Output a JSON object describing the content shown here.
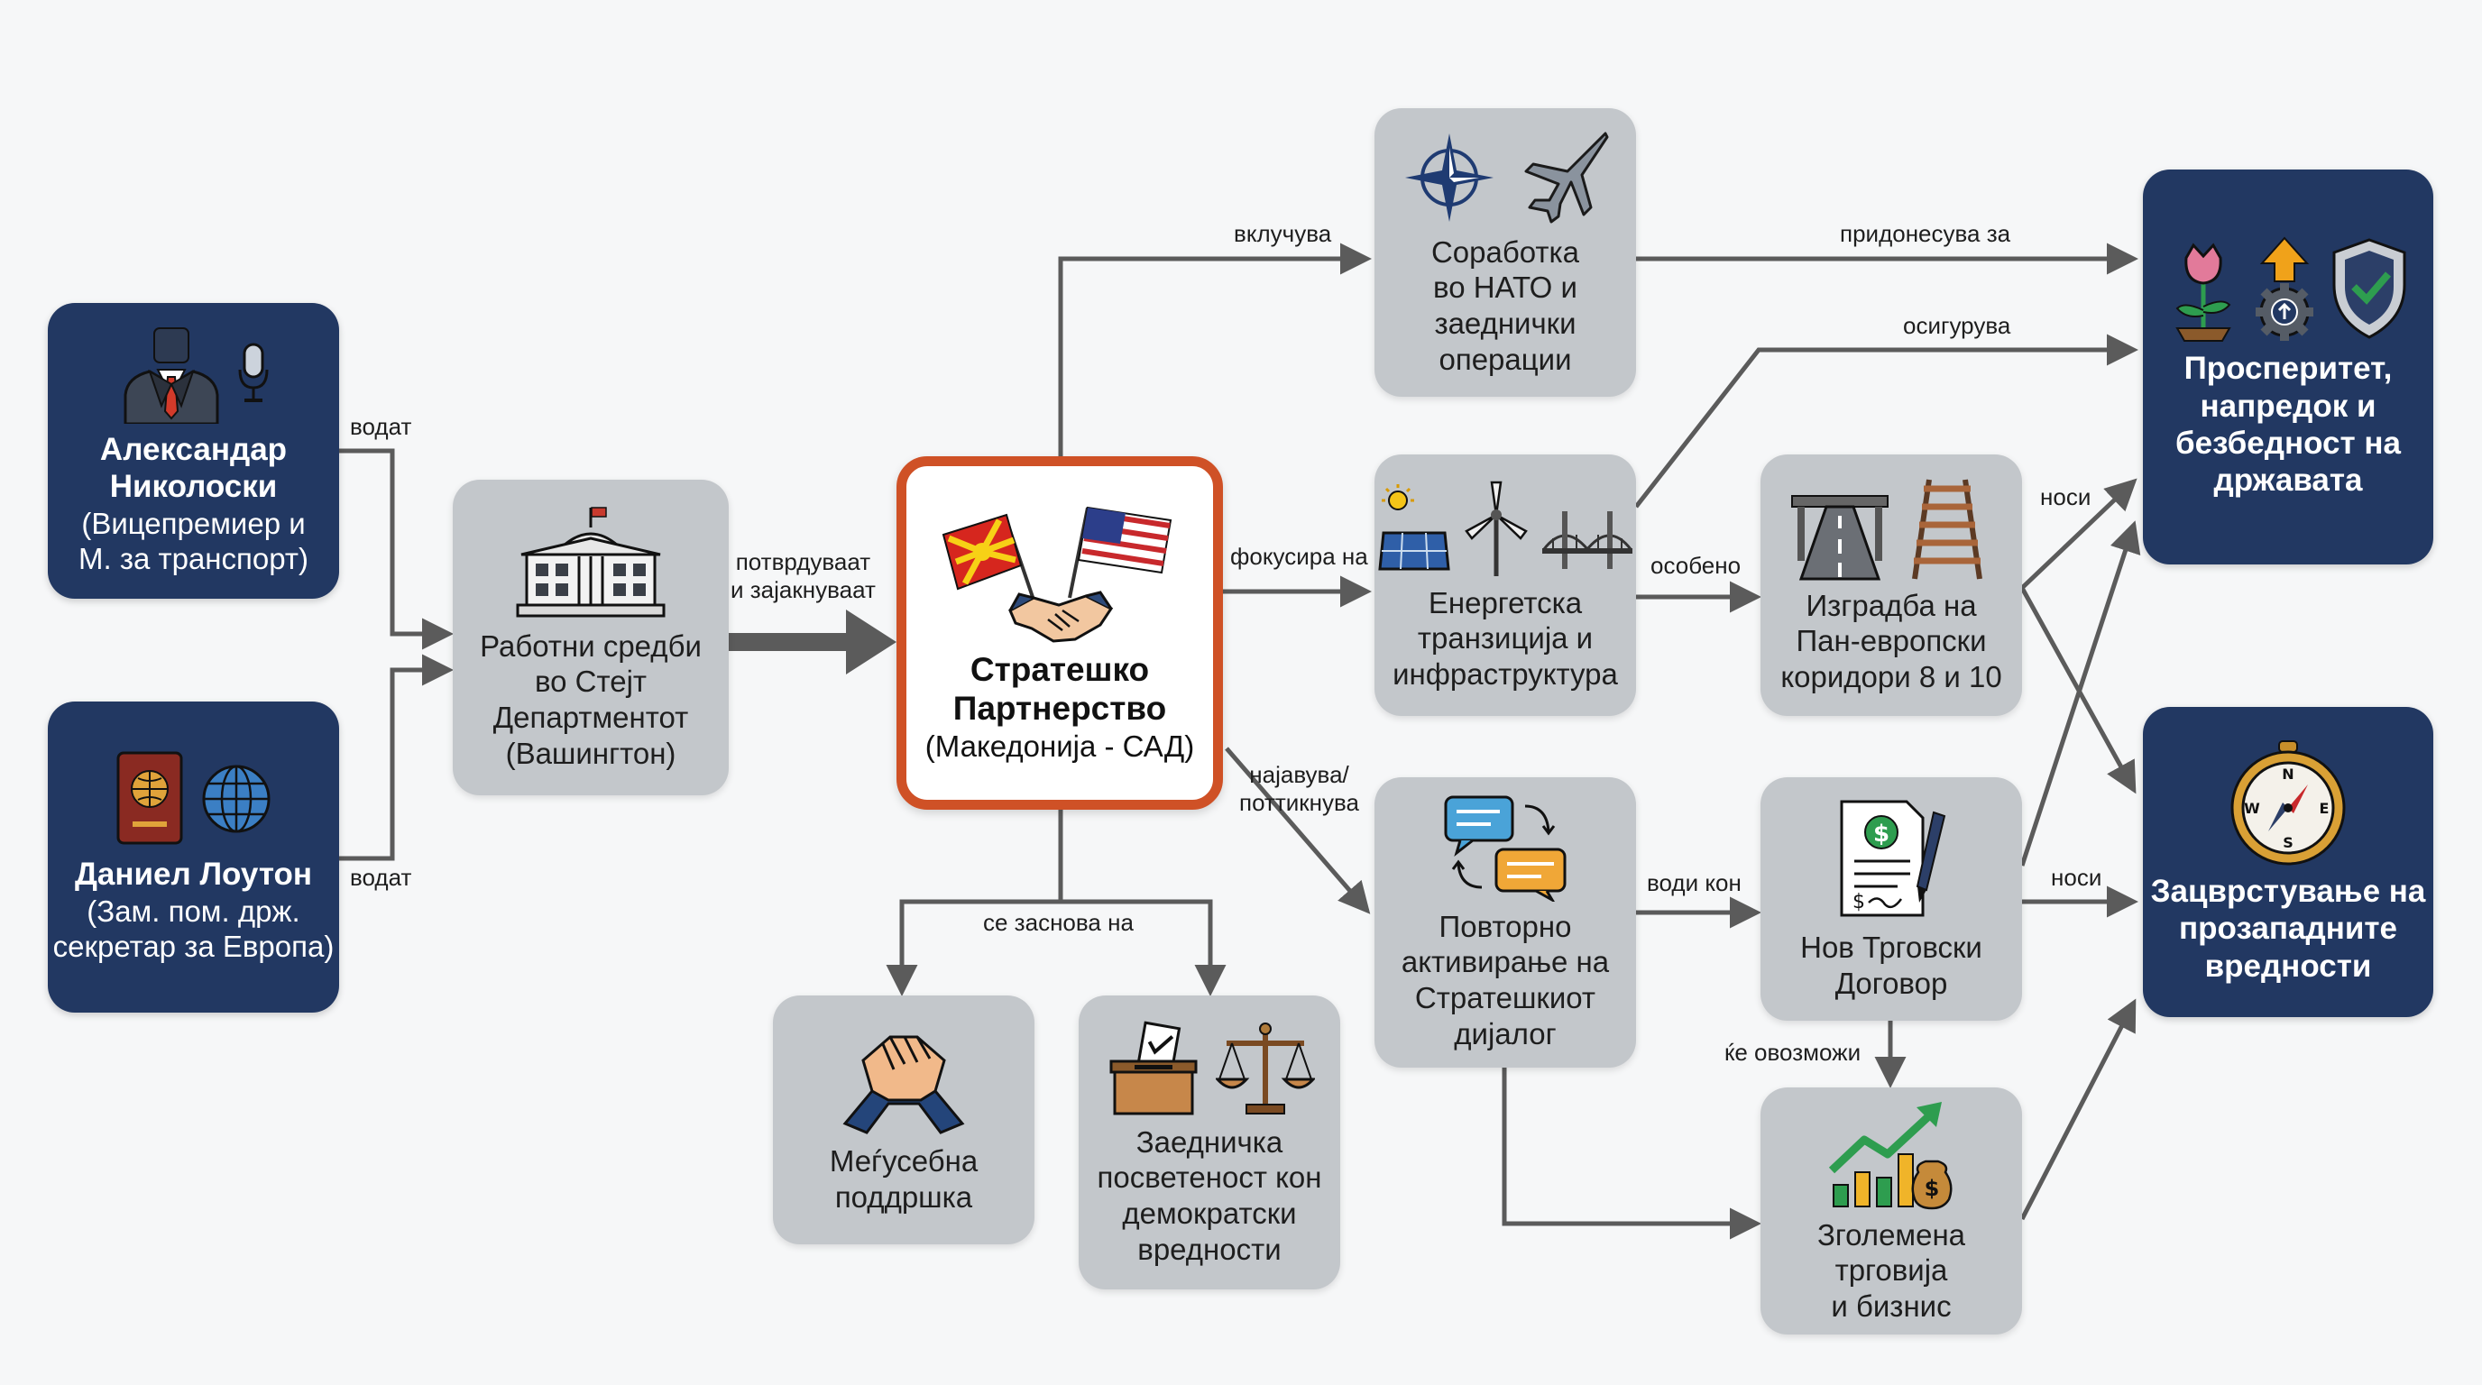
{
  "nodes": {
    "nikoloski": {
      "name": "Александар\nНиколоски",
      "role": "(Вицепремиер и\nМ. за транспорт)"
    },
    "lawton": {
      "name": "Даниел Лоутон",
      "role": "(Зам. пом. држ.\nсекретар за Европа)"
    },
    "meetings": {
      "text": "Работни средби\nво Стејт\nДепартментот\n(Вашингтон)"
    },
    "partnership": {
      "title": "Стратешко\nПартнерство",
      "subtitle": "(Македонија - САД)"
    },
    "nato": {
      "text": "Соработка\nво НАТО и\nзаеднички\nоперации"
    },
    "energy": {
      "text": "Енергетска\nтранзиција и\nинфраструктура"
    },
    "dialogue": {
      "text": "Повторно\nактивирање на\nСтратешкиот\nдијалог"
    },
    "corridors": {
      "text": "Изградба на\nПан-европски\nкоридори 8 и 10"
    },
    "trade_deal": {
      "text": "Нов Трговски\nДоговор"
    },
    "trade_growth": {
      "text": "Зголемена\nтрговија\nи бизнис"
    },
    "mutual_support": {
      "text": "Меѓусебна\nподдршка"
    },
    "democracy": {
      "text": "Заедничка\nпосветеност кон\nдемократски\nвредности"
    },
    "prosperity": {
      "text": "Просперитет,\nнапредок и\nбезбедност на\nдржавата"
    },
    "western_values": {
      "text": "Зацврстување на\nпрозападните\nвредности"
    }
  },
  "edge_labels": {
    "lead_1": "водат",
    "lead_2": "водат",
    "confirm": "потврдуваат\nи зајакнуваат",
    "includes": "вклучува",
    "focuses": "фокусира на",
    "announces": "најавува/\nпоттикнува",
    "based_on": "се заснова на",
    "contributes": "придонесува за",
    "ensures": "осигурува",
    "especially": "особено",
    "leads_to": "води кон",
    "will_enable": "ќе овозможи",
    "brings_1": "носи",
    "brings_2": "носи"
  },
  "colors": {
    "dark_node": "#223862",
    "gray_node": "#c3c7cb",
    "center_border": "#cf5126",
    "arrow": "#5b5b5b"
  },
  "icons": {
    "nikoloski": [
      "businessman-icon",
      "microphone-icon"
    ],
    "lawton": [
      "passport-icon",
      "globe-icon"
    ],
    "meetings": [
      "government-building-icon"
    ],
    "partnership": [
      "macedonia-flag-icon",
      "usa-flag-icon",
      "handshake-icon"
    ],
    "nato": [
      "nato-compass-icon",
      "fighter-jet-icon"
    ],
    "energy": [
      "solar-panel-icon",
      "wind-turbine-icon",
      "bridge-icon"
    ],
    "dialogue": [
      "chat-bubbles-icon"
    ],
    "corridors": [
      "highway-icon",
      "railway-icon"
    ],
    "trade_deal": [
      "contract-icon"
    ],
    "trade_growth": [
      "growth-chart-icon",
      "money-bag-icon"
    ],
    "mutual_support": [
      "clasped-hands-icon"
    ],
    "democracy": [
      "ballot-box-icon",
      "scales-icon"
    ],
    "prosperity": [
      "flower-icon",
      "gear-arrow-icon",
      "shield-check-icon"
    ],
    "western_values": [
      "compass-icon"
    ]
  }
}
